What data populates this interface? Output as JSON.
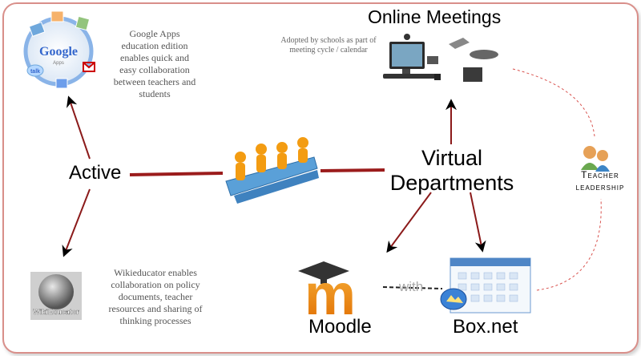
{
  "nodes": {
    "active": "Active",
    "virtual_departments": "Virtual Departments",
    "online_meetings": "Online Meetings",
    "moodle": "Moodle",
    "box_net": "Box.net",
    "teacher_leadership": "Teacher leadership"
  },
  "notes": {
    "google_apps": "Google Apps education edition enables quick and easy collaboration between teachers and students",
    "online_meetings": "Adopted by schools as part of meeting cycle / calendar",
    "wikieducator": "Wikieducator enables collaboration on policy documents, teacher resources and sharing of thinking processes"
  },
  "connector_label": "with",
  "logos": {
    "google": "Google",
    "google_sub": "Apps",
    "talk": "talk",
    "wikieducator": "WikiEducator",
    "moodle_letter": "m"
  },
  "colors": {
    "frame_border": "#d98f8a",
    "arrow": "#8b1a1a",
    "dotted_connector": "#d9534f",
    "figure_orange": "#f39c12",
    "puzzle_blue": "#5aa0d8"
  }
}
